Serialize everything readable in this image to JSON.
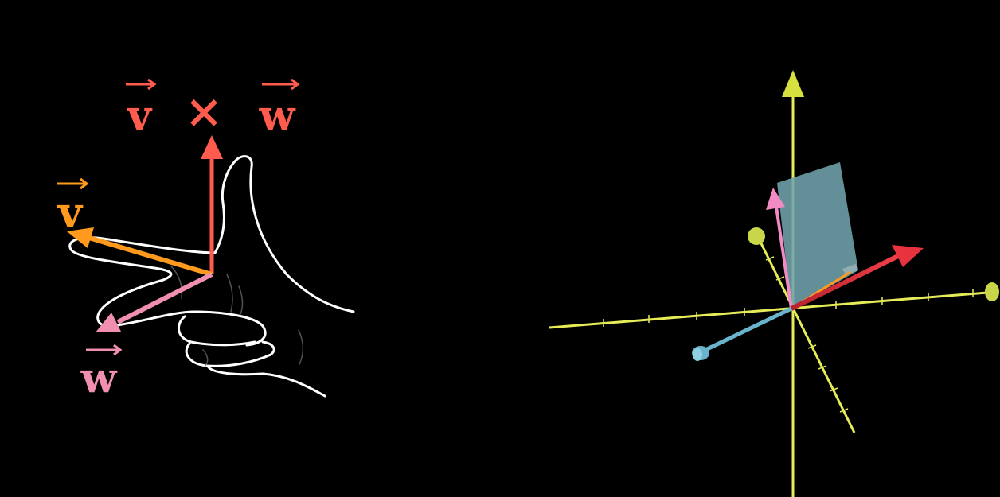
{
  "labels": {
    "cross_v": "v",
    "cross_op": "×",
    "cross_w": "w",
    "v": "v",
    "w": "w"
  },
  "colors": {
    "background": "#000000",
    "cross_product": "#ff5c4d",
    "v": "#ff9a1f",
    "w": "#f08fb0",
    "hand_outline": "#ffffff",
    "axes": "#e6ec58",
    "plane": "#6fa3ad",
    "cross_product_3d": "#e8333f",
    "w_3d": "#6ab3cc",
    "v_3d": "#f28ac4",
    "ball": "#c9d64a"
  },
  "icons": {
    "hand": "right-hand-rule-hand",
    "axes": "3d-coordinate-axes"
  }
}
